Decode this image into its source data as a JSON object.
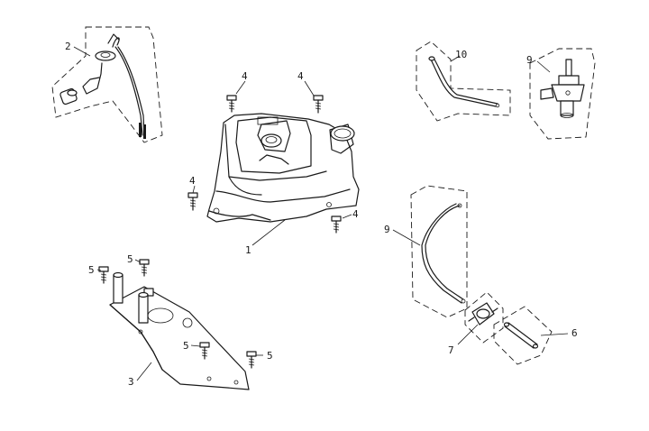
{
  "callouts": {
    "c1": "1",
    "c2": "2",
    "c3": "3",
    "c4a": "4",
    "c4b": "4",
    "c4c": "4",
    "c4d": "4",
    "c5a": "5",
    "c5b": "5",
    "c5c": "5",
    "c5d": "5",
    "c6": "6",
    "c7": "7",
    "c9a": "9",
    "c9b": "9",
    "c10": "10"
  }
}
